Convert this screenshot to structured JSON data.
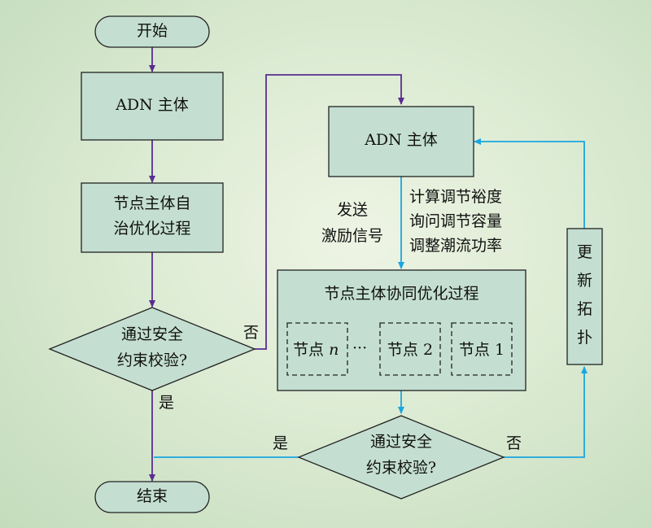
{
  "flowchart": {
    "start": "开始",
    "end": "结束",
    "left_box1": "ADN 主体",
    "left_box2_line1": "节点主体自",
    "left_box2_line2": "治优化过程",
    "decision_line1": "通过安全",
    "decision_line2": "约束校验?",
    "yes": "是",
    "no": "否",
    "right_box1": "ADN 主体",
    "send_line1": "发送",
    "send_line2": "激励信号",
    "calc_line1": "计算调节裕度",
    "calc_line2": "询问调节容量",
    "calc_line3": "调整潮流功率",
    "coop_title": "节点主体协同优化过程",
    "node_prefix": "节点",
    "node_n": "n",
    "ellipsis": "···",
    "node_2": "节点 2",
    "node_1": "节点 1",
    "update_chars": [
      "更",
      "新",
      "拓",
      "扑"
    ]
  },
  "colors": {
    "box_fill": "#c4dfd1",
    "stroke": "#222222",
    "purple_arrow": "#5a2d91",
    "cyan_arrow": "#1aa6e0",
    "background": "#dcebd3"
  }
}
